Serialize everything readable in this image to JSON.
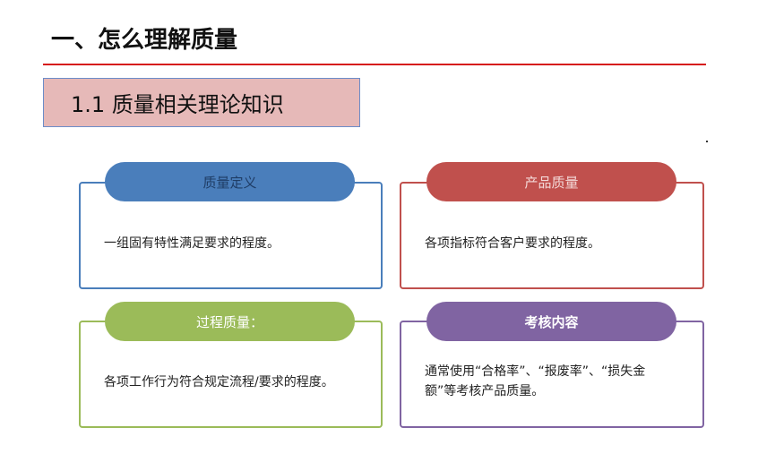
{
  "page": {
    "title": "一、怎么理解质量"
  },
  "section": {
    "title": "1.1 质量相关理论知识"
  },
  "colors": {
    "rule": "#d61b1b",
    "section_fill": "#e6b9b8",
    "blue": "#4a7ebb",
    "red": "#c0504d",
    "green": "#9bbb59",
    "purple": "#8064a2"
  },
  "cards": [
    {
      "title": "质量定义",
      "text": "一组固有特性满足要求的程度。"
    },
    {
      "title": "产品质量",
      "text": "各项指标符合客户要求的程度。"
    },
    {
      "title": "过程质量：",
      "text": "各项工作行为符合规定流程/要求的程度。"
    },
    {
      "title": "考核内容",
      "text": "通常使用“合格率”、“报废率”、“损失金额”等考核产品质量。"
    }
  ]
}
